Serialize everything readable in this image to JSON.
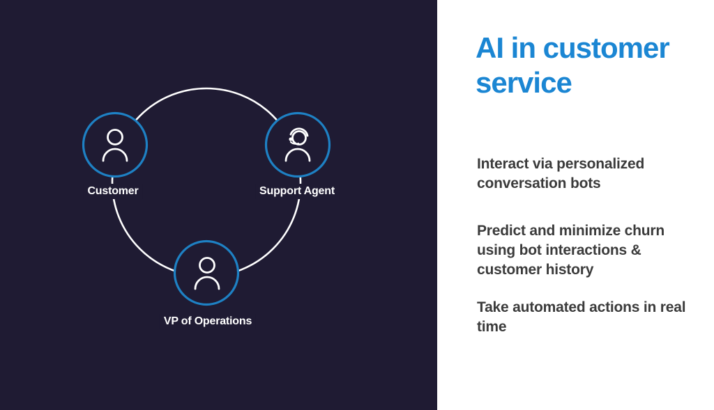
{
  "slide": {
    "title": "AI in customer\nservice",
    "bullets": [
      "Interact via personalized\nconversation bots",
      "Predict and minimize churn\nusing bot interactions &\ncustomer history",
      "Take automated actions in real\ntime"
    ],
    "diagram": {
      "nodes": [
        {
          "id": "customer",
          "label": "Customer",
          "icon": "person-icon"
        },
        {
          "id": "support-agent",
          "label": "Support Agent",
          "icon": "headset-person-icon"
        },
        {
          "id": "vp-operations",
          "label": "VP of Operations",
          "icon": "person-icon"
        }
      ]
    },
    "colors": {
      "background_dark": "#1f1b33",
      "panel_white": "#ffffff",
      "node_border_blue": "#1e81c4",
      "title_blue": "#1b86d3",
      "body_text": "#3b3b3b",
      "ring_white": "#ffffff"
    }
  }
}
